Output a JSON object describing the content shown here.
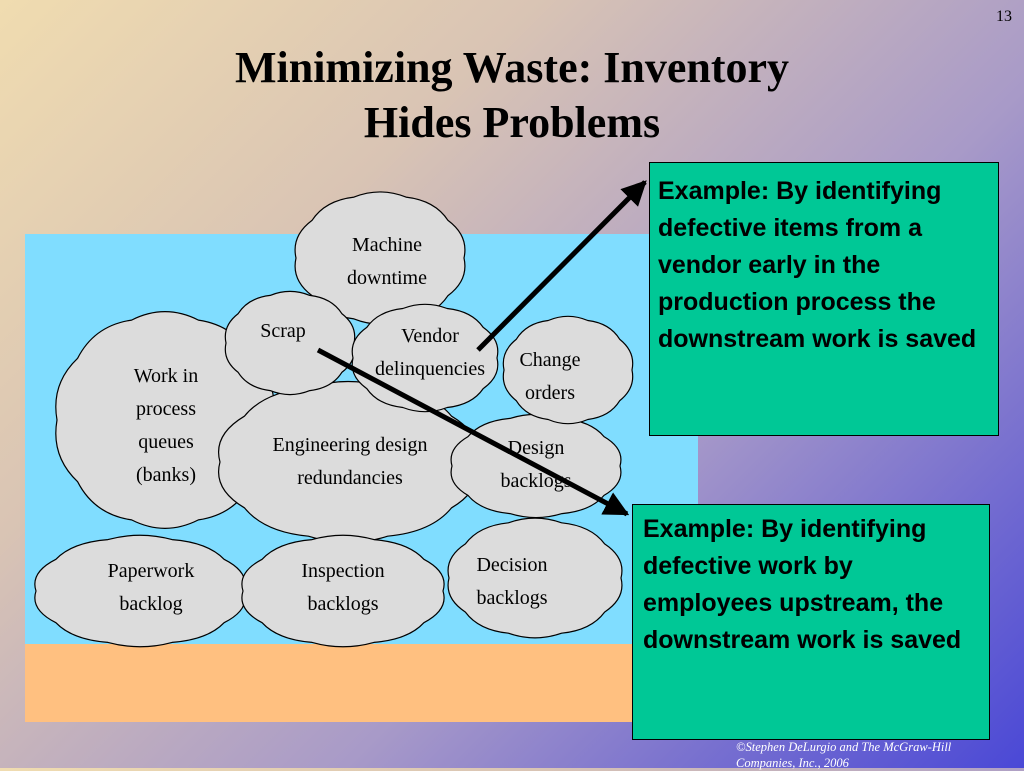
{
  "slide": {
    "page_number": "13",
    "title_line1": "Minimizing Waste: Inventory",
    "title_line2": "Hides Problems"
  },
  "clouds": {
    "machine": [
      "Machine",
      "downtime"
    ],
    "scrap": [
      "Scrap"
    ],
    "vendor": [
      "Vendor",
      "delinquencies"
    ],
    "change": [
      "Change",
      "orders"
    ],
    "wip": [
      "Work in",
      "process",
      "queues",
      "(banks)"
    ],
    "engineering": [
      "Engineering design",
      "redundancies"
    ],
    "design": [
      "Design",
      "backlogs"
    ],
    "paperwork": [
      "Paperwork",
      "backlog"
    ],
    "inspection": [
      "Inspection",
      "backlogs"
    ],
    "decision": [
      "Decision",
      "backlogs"
    ]
  },
  "callouts": {
    "top": "Example: By identifying defective items from a vendor early in the production process the downstream work is saved",
    "bottom": "Example: By identifying defective work by employees upstream, the downstream work is saved"
  },
  "colors": {
    "water": "#80ddff",
    "ground": "#ffc080",
    "cloud_fill": "#dcdcdc",
    "callout_fill": "#00c896"
  },
  "footer": {
    "copyright_line1": "©Stephen DeLurgio and The McGraw-Hill",
    "copyright_line2": "Companies, Inc., 2006"
  }
}
